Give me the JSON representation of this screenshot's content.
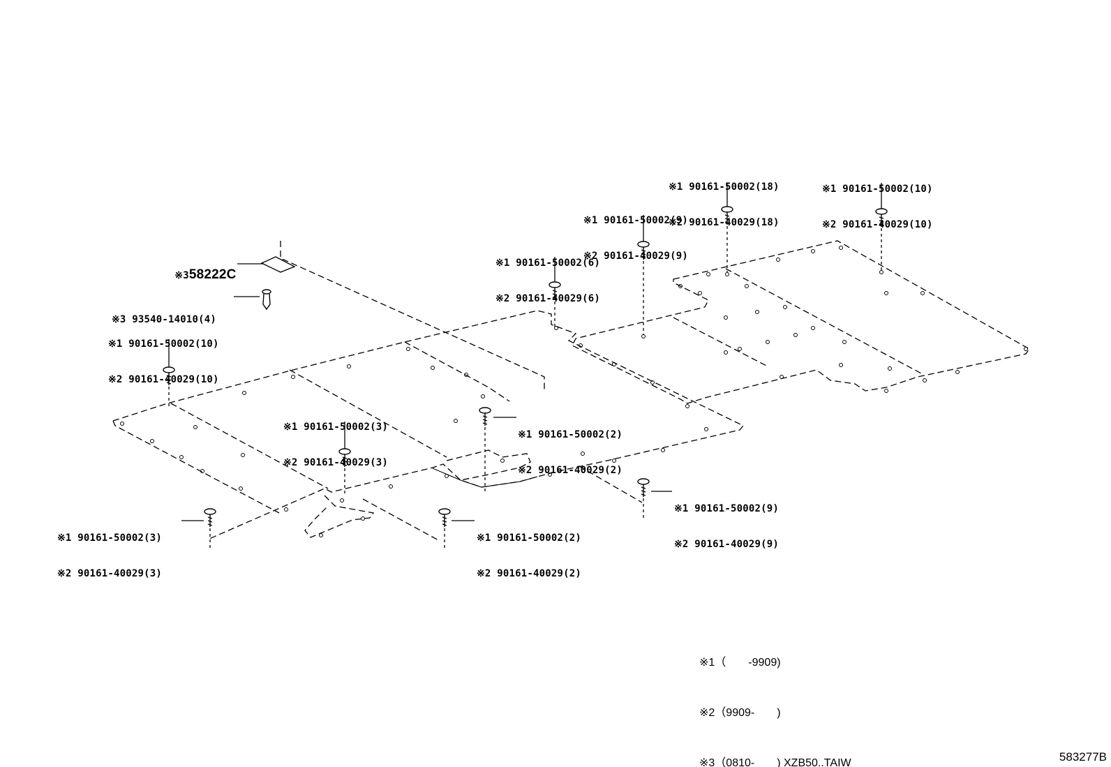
{
  "callouts": [
    {
      "id": "c-top-18",
      "lines": [
        "※1 90161-50002(18)",
        "※2 90161-40029(18)"
      ]
    },
    {
      "id": "c-top-10r",
      "lines": [
        "※1 90161-50002(10)",
        "※2 90161-40029(10)"
      ]
    },
    {
      "id": "c-9a",
      "lines": [
        "※1 90161-50002(9)",
        "※2 90161-40029(9)"
      ]
    },
    {
      "id": "c-6",
      "lines": [
        "※1 90161-50002(6)",
        "※2 90161-40029(6)"
      ]
    },
    {
      "id": "c-10l",
      "lines": [
        "※1 90161-50002(10)",
        "※2 90161-40029(10)"
      ]
    },
    {
      "id": "c-3a",
      "lines": [
        "※1 90161-50002(3)",
        "※2 90161-40029(3)"
      ]
    },
    {
      "id": "c-2a",
      "lines": [
        "※1 90161-50002(2)",
        "※2 90161-40029(2)"
      ]
    },
    {
      "id": "c-9b",
      "lines": [
        "※1 90161-50002(9)",
        "※2 90161-40029(9)"
      ]
    },
    {
      "id": "c-3b",
      "lines": [
        "※1 90161-50002(3)",
        "※2 90161-40029(3)"
      ]
    },
    {
      "id": "c-2b",
      "lines": [
        "※1 90161-50002(2)",
        "※2 90161-40029(2)"
      ]
    }
  ],
  "part_58222c": {
    "prefix": "※3",
    "number": "58222C"
  },
  "part_93540": {
    "text": "※3 93540-14010(4)"
  },
  "legend": [
    "※1（　　-9909)",
    "※2（9909-　　)",
    "※3（0810-　　) XZB50..TAIW"
  ],
  "diagram_code": "583277B"
}
